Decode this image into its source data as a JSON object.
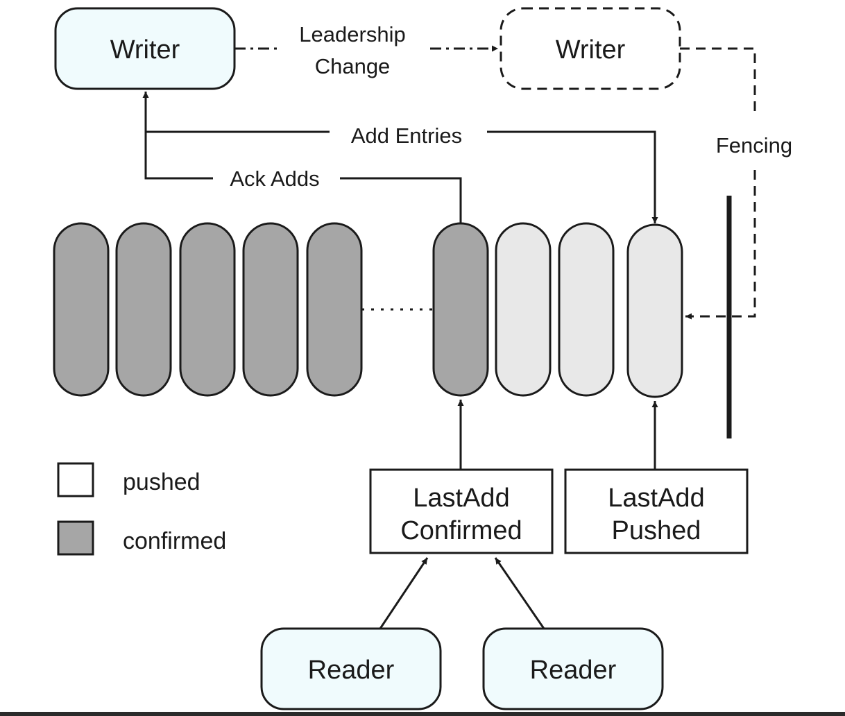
{
  "nodes": {
    "writer_active": "Writer",
    "writer_new": "Writer",
    "reader_1": "Reader",
    "reader_2": "Reader",
    "lac_line1": "LastAdd",
    "lac_line2": "Confirmed",
    "lap_line1": "LastAdd",
    "lap_line2": "Pushed"
  },
  "edges": {
    "leadership_line1": "Leadership",
    "leadership_line2": "Change",
    "add_entries": "Add Entries",
    "ack_adds": "Ack Adds",
    "fencing": "Fencing"
  },
  "legend": {
    "pushed": "pushed",
    "confirmed": "confirmed"
  },
  "colors": {
    "confirmed_fill": "#a6a6a6",
    "pushed_fill": "#e8e8e8",
    "node_fill": "#f0fbfd",
    "stroke": "#1a1a1a"
  }
}
